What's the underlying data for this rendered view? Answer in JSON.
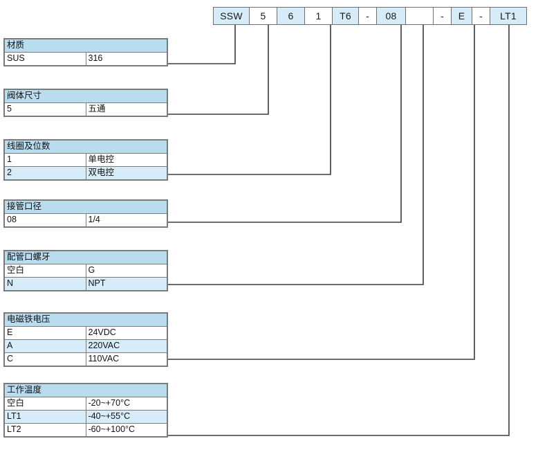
{
  "diagram": {
    "title": "Model code designation chart",
    "colors": {
      "header_blue": "#b9dcee",
      "cell_blue": "#d6ecf8",
      "line": "#3a3a3a",
      "border": "#7a7a7a"
    }
  },
  "code_bar": {
    "cells": [
      {
        "text": "SSW",
        "filled": true,
        "width": 52
      },
      {
        "text": "5",
        "filled": false,
        "width": 40
      },
      {
        "text": "6",
        "filled": true,
        "width": 40
      },
      {
        "text": "1",
        "filled": false,
        "width": 40
      },
      {
        "text": "T6",
        "filled": true,
        "width": 38
      },
      {
        "text": "-",
        "filled": false,
        "width": 26
      },
      {
        "text": "08",
        "filled": true,
        "width": 42
      },
      {
        "text": "",
        "filled": false,
        "width": 40
      },
      {
        "text": "-",
        "filled": false,
        "width": 26
      },
      {
        "text": "E",
        "filled": true,
        "width": 30
      },
      {
        "text": "-",
        "filled": false,
        "width": 26
      },
      {
        "text": "LT1",
        "filled": true,
        "width": 52
      }
    ]
  },
  "option_tables": [
    {
      "name": "material",
      "header": "材质",
      "rows": [
        {
          "code": "SUS",
          "desc": "316",
          "alt": false
        }
      ]
    },
    {
      "name": "valve-body-size",
      "header": "阀体尺寸",
      "rows": [
        {
          "code": "5",
          "desc": "五通",
          "alt": false
        }
      ]
    },
    {
      "name": "coil-and-position",
      "header": "线圈及位数",
      "rows": [
        {
          "code": "1",
          "desc": "单电控",
          "alt": false
        },
        {
          "code": "2",
          "desc": "双电控",
          "alt": true
        }
      ]
    },
    {
      "name": "port-bore",
      "header": "接管口径",
      "rows": [
        {
          "code": "08",
          "desc": "1/4",
          "alt": false
        }
      ]
    },
    {
      "name": "port-thread",
      "header": "配管口螺牙",
      "rows": [
        {
          "code": "空白",
          "desc": "G",
          "alt": false
        },
        {
          "code": "N",
          "desc": "NPT",
          "alt": true
        }
      ]
    },
    {
      "name": "solenoid-voltage",
      "header": "电磁铁电压",
      "rows": [
        {
          "code": "E",
          "desc": "24VDC",
          "alt": false
        },
        {
          "code": "A",
          "desc": "220VAC",
          "alt": true
        },
        {
          "code": "C",
          "desc": "110VAC",
          "alt": false
        }
      ]
    },
    {
      "name": "working-temperature",
      "header": "工作温度",
      "rows": [
        {
          "code": "空白",
          "desc": "-20~+70°C",
          "alt": false
        },
        {
          "code": "LT1",
          "desc": "-40~+55°C",
          "alt": true
        },
        {
          "code": "LT2",
          "desc": "-60~+100°C",
          "alt": false
        }
      ]
    }
  ]
}
